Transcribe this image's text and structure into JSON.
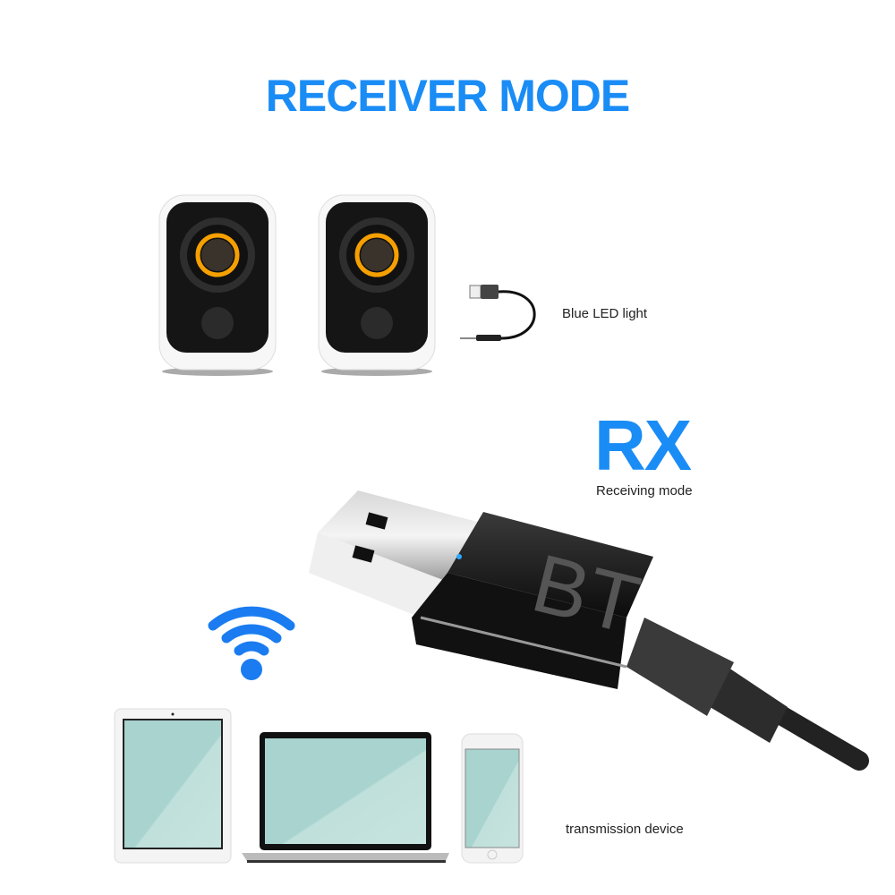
{
  "title": "RECEIVER MODE",
  "labels": {
    "blue_led": "Blue LED light",
    "mode_code": "RX",
    "mode_name": "Receiving mode",
    "transmission_device": "transmission device",
    "dongle_text": "BT"
  },
  "colors": {
    "accent_blue": "#1a8cf5",
    "speaker_ring": "#f5a000",
    "screen": "#a8d3cf"
  },
  "icons": [
    "speaker-icon",
    "speaker-icon",
    "usb-aux-cable-icon",
    "bluetooth-dongle-icon",
    "wifi-icon",
    "tablet-icon",
    "laptop-icon",
    "phone-icon"
  ]
}
